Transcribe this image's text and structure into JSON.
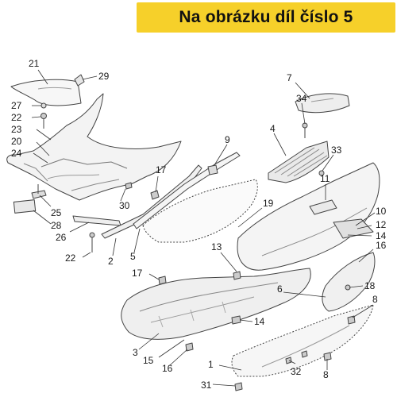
{
  "header": {
    "title": "Na obrázku díl číslo 5"
  },
  "callouts": [
    {
      "id": "21",
      "label": "21"
    },
    {
      "id": "29",
      "label": "29"
    },
    {
      "id": "27",
      "label": "27"
    },
    {
      "id": "22a",
      "label": "22"
    },
    {
      "id": "23",
      "label": "23"
    },
    {
      "id": "20",
      "label": "20"
    },
    {
      "id": "24",
      "label": "24"
    },
    {
      "id": "25",
      "label": "25"
    },
    {
      "id": "28",
      "label": "28"
    },
    {
      "id": "26",
      "label": "26"
    },
    {
      "id": "22b",
      "label": "22"
    },
    {
      "id": "2",
      "label": "2"
    },
    {
      "id": "30",
      "label": "30"
    },
    {
      "id": "17a",
      "label": "17"
    },
    {
      "id": "5",
      "label": "5"
    },
    {
      "id": "9",
      "label": "9"
    },
    {
      "id": "7",
      "label": "7"
    },
    {
      "id": "34",
      "label": "34"
    },
    {
      "id": "4",
      "label": "4"
    },
    {
      "id": "33",
      "label": "33"
    },
    {
      "id": "11",
      "label": "11"
    },
    {
      "id": "10",
      "label": "10"
    },
    {
      "id": "19",
      "label": "19"
    },
    {
      "id": "12",
      "label": "12"
    },
    {
      "id": "14a",
      "label": "14"
    },
    {
      "id": "16a",
      "label": "16"
    },
    {
      "id": "13",
      "label": "13"
    },
    {
      "id": "17b",
      "label": "17"
    },
    {
      "id": "6",
      "label": "6"
    },
    {
      "id": "18",
      "label": "18"
    },
    {
      "id": "8a",
      "label": "8"
    },
    {
      "id": "14b",
      "label": "14"
    },
    {
      "id": "3",
      "label": "3"
    },
    {
      "id": "15",
      "label": "15"
    },
    {
      "id": "16b",
      "label": "16"
    },
    {
      "id": "1",
      "label": "1"
    },
    {
      "id": "8b",
      "label": "8"
    },
    {
      "id": "31",
      "label": "31"
    },
    {
      "id": "32",
      "label": "32"
    }
  ]
}
